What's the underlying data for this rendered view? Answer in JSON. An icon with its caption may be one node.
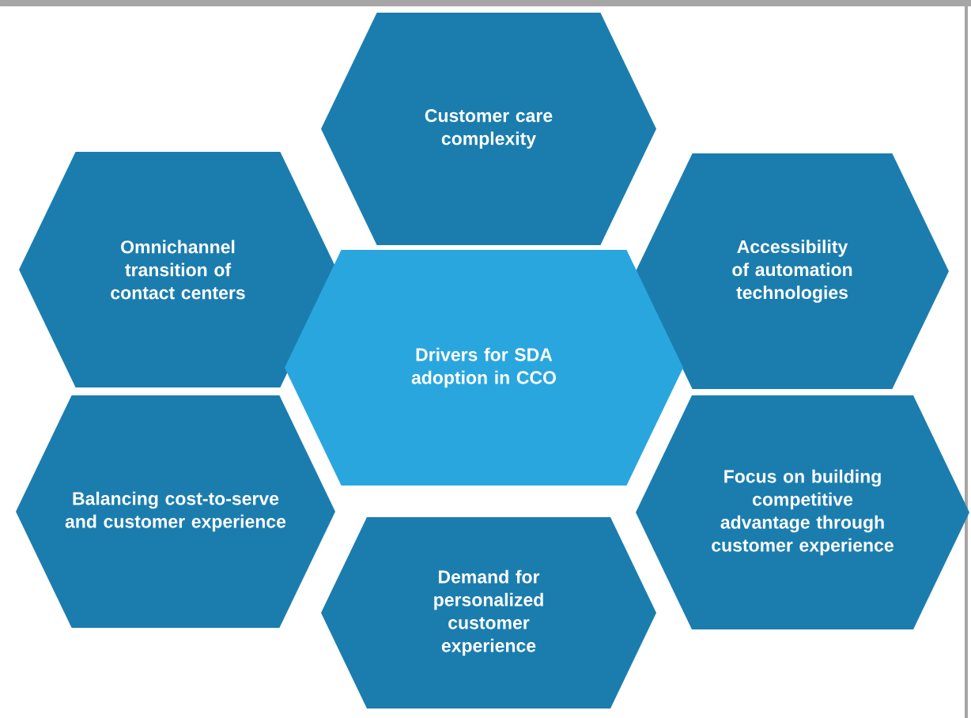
{
  "diagram": {
    "nodes": [
      {
        "text": [
          "Customer care complexity"
        ]
      },
      {
        "text": [
          "Omnichannel transition of contact centers"
        ]
      },
      {
        "text": [
          "Accessibility of automation technologies"
        ]
      },
      {
        "text": [
          "Drivers for SDA adoption in CCO"
        ]
      },
      {
        "text": [
          "Balancing cost-to-serve and customer experience"
        ]
      },
      {
        "text": [
          "Focus on building competitive advantage through customer experience"
        ]
      },
      {
        "text": [
          "Demand for personalized customer experience"
        ]
      }
    ]
  }
}
